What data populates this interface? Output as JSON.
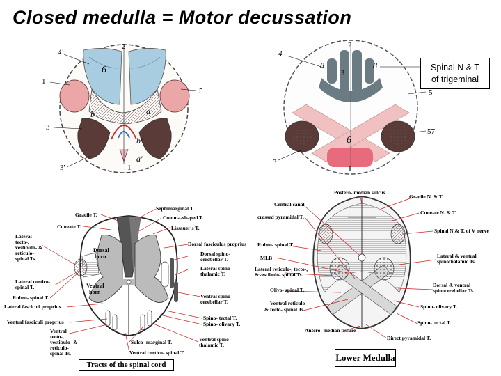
{
  "title": "Closed medulla = Motor decussation",
  "callout": {
    "line1": "Spinal N & T",
    "line2": "of trigeminal"
  },
  "fig_left": {
    "labels": [
      "4'",
      "2",
      "1",
      "6",
      "5",
      "3",
      "3'",
      "a",
      "a'",
      "b",
      "b'",
      "1"
    ]
  },
  "fig_right": {
    "labels": [
      "4",
      "2",
      "8",
      "3",
      "8",
      "5",
      "6",
      "57",
      "3",
      "1"
    ]
  },
  "tracts": {
    "caption": "Tracts of the spinal cord",
    "labels": {
      "septomarginal": "Septomarginal T.",
      "gracile": "Gracile T.",
      "comma": "Comma-shaped T.",
      "cuneate": "Cuneate T.",
      "lissauer": "Lissauer's T.",
      "lateral_tecto_1": "Lateral",
      "lateral_tecto_2": "tecto-,",
      "lateral_tecto_3": "vestibulo- &",
      "lateral_tecto_4": "reticulo-",
      "lateral_tecto_5": "spinal Ts.",
      "dorsal_fasc": "Dorsal fasciculus proprius",
      "dorsal_spino_1": "Dorsal spino-",
      "dorsal_spino_2": "cerebellar T.",
      "lateral_spino_1": "Lateral spino-",
      "lateral_spino_2": "thalamic T.",
      "lateral_cortico_1": "Lateral cortico-",
      "lateral_cortico_2": "spinal T.",
      "rubro": "Rubro- spinal T.",
      "lat_fasc": "Lateral fasciculi proprius",
      "ventral_spinocereb_1": "Ventral spino-",
      "ventral_spinocereb_2": "cerebellar T.",
      "ventral_fasc": "Ventral fasciculi proprius",
      "spino_tectal": "Spino- tectal T.",
      "spino_olivary": "Spino- olivary T.",
      "ventral_tecto_1": "Ventral",
      "ventral_tecto_2": "tecto-,",
      "ventral_tecto_3": "vestibulo- &",
      "ventral_tecto_4": "reticulo-",
      "ventral_tecto_5": "spinal Ts.",
      "sulco": "Sulco- marginal T.",
      "ventral_spinothal_1": "Ventral spino-",
      "ventral_spinothal_2": "thalamic T.",
      "ventral_cortico": "Ventral cortico- spinal T.",
      "dorsal_horn_1": "Dorsal",
      "dorsal_horn_2": "horn",
      "ventral_horn_1": "Ventral",
      "ventral_horn_2": "horn"
    }
  },
  "medulla": {
    "caption": "Lower Medulla",
    "labels": {
      "postero_median": "Postero- median sulcus",
      "gracile": "Gracile N. & T.",
      "central_canal": "Central canal",
      "crossed_pyr": "crossed pyramidal T.",
      "cuneate": "Cuneate N. & T.",
      "spinal_v": "Spinal N.& T. of V nerve",
      "rubro": "Rubro- spinal T.",
      "mlb": "MLB",
      "lateral_ventral_1": "Lateral & ventral",
      "lateral_ventral_2": "spinothalamic Ts.",
      "lat_reticulo_1": "Lateral reticulo-, tecto-,",
      "lat_reticulo_2": "&vestibulo- spinal Ts.",
      "olivo": "Olivo- spinal T.",
      "dorsal_ventral_1": "Dorsal & ventral",
      "dorsal_ventral_2": "spinocerebellar Ts.",
      "ventral_reticulo_1": "Ventral reticulo-",
      "ventral_reticulo_2": "& tecto- spinal Ts.",
      "spino_olivary": "Spino- olivary T.",
      "spino_tectal": "Spino- tectal T.",
      "antero_median": "Antero- median fissure",
      "direct_pyr": "Direct pyramidal T."
    }
  },
  "colors": {
    "blue": "#a9cde0",
    "pink": "#eba7a8",
    "dark": "#5a3b38",
    "red": "#e86b7d"
  }
}
